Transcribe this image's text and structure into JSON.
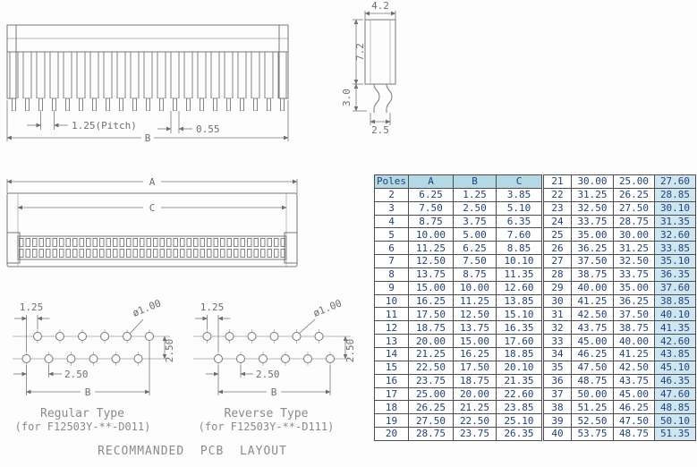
{
  "side_view": {
    "pitch": "1.25(Pitch)",
    "pin_width": "0.55",
    "width_b": "B"
  },
  "profile_view": {
    "top_width": "4.2",
    "body_height": "7.2",
    "pin_height": "3.0",
    "bottom_width": "2.5"
  },
  "front_view": {
    "width_a": "A",
    "width_c": "C"
  },
  "pcb_layout": {
    "pitch": "1.25",
    "hole_dia": "ø1.00",
    "pad_spacing": "2.50",
    "row_spacing": "2.50",
    "width_b": "B",
    "regular": {
      "title": "Regular Type",
      "subtitle": "(for F12503Y-**-D011)"
    },
    "reverse": {
      "title": "Reverse Type",
      "subtitle": "(for F12503Y-**-D111)"
    },
    "footer": "RECOMMANDED  PCB  LAYOUT"
  },
  "table": {
    "headers": [
      "Poles",
      "A",
      "B",
      "C"
    ],
    "rows_left": [
      [
        "2",
        "6.25",
        "1.25",
        "3.85"
      ],
      [
        "3",
        "7.50",
        "2.50",
        "5.10"
      ],
      [
        "4",
        "8.75",
        "3.75",
        "6.35"
      ],
      [
        "5",
        "10.00",
        "5.00",
        "7.60"
      ],
      [
        "6",
        "11.25",
        "6.25",
        "8.85"
      ],
      [
        "7",
        "12.50",
        "7.50",
        "10.10"
      ],
      [
        "8",
        "13.75",
        "8.75",
        "11.35"
      ],
      [
        "9",
        "15.00",
        "10.00",
        "12.60"
      ],
      [
        "10",
        "16.25",
        "11.25",
        "13.85"
      ],
      [
        "11",
        "17.50",
        "12.50",
        "15.10"
      ],
      [
        "12",
        "18.75",
        "13.75",
        "16.35"
      ],
      [
        "13",
        "20.00",
        "15.00",
        "17.60"
      ],
      [
        "14",
        "21.25",
        "16.25",
        "18.85"
      ],
      [
        "15",
        "22.50",
        "17.50",
        "20.10"
      ],
      [
        "16",
        "23.75",
        "18.75",
        "21.35"
      ],
      [
        "17",
        "25.00",
        "20.00",
        "22.60"
      ],
      [
        "18",
        "26.25",
        "21.25",
        "23.85"
      ],
      [
        "19",
        "27.50",
        "22.50",
        "25.10"
      ],
      [
        "20",
        "28.75",
        "23.75",
        "26.35"
      ]
    ],
    "rows_right": [
      [
        "21",
        "30.00",
        "25.00",
        "27.60"
      ],
      [
        "22",
        "31.25",
        "26.25",
        "28.85"
      ],
      [
        "23",
        "32.50",
        "27.50",
        "30.10"
      ],
      [
        "24",
        "33.75",
        "28.75",
        "31.35"
      ],
      [
        "25",
        "35.00",
        "30.00",
        "32.60"
      ],
      [
        "26",
        "36.25",
        "31.25",
        "33.85"
      ],
      [
        "27",
        "37.50",
        "32.50",
        "35.10"
      ],
      [
        "28",
        "38.75",
        "33.75",
        "36.35"
      ],
      [
        "29",
        "40.00",
        "35.00",
        "37.60"
      ],
      [
        "30",
        "41.25",
        "36.25",
        "38.85"
      ],
      [
        "31",
        "42.50",
        "37.50",
        "40.10"
      ],
      [
        "32",
        "43.75",
        "38.75",
        "41.35"
      ],
      [
        "33",
        "45.00",
        "40.00",
        "42.60"
      ],
      [
        "34",
        "46.25",
        "41.25",
        "43.85"
      ],
      [
        "35",
        "47.50",
        "42.50",
        "45.10"
      ],
      [
        "36",
        "48.75",
        "43.75",
        "46.35"
      ],
      [
        "37",
        "50.00",
        "45.00",
        "47.60"
      ],
      [
        "38",
        "51.25",
        "46.25",
        "48.85"
      ],
      [
        "39",
        "52.50",
        "47.50",
        "50.10"
      ],
      [
        "40",
        "53.75",
        "48.75",
        "51.35"
      ]
    ]
  },
  "colors": {
    "header_bg": "#b5d8e5",
    "tint_bg": "#cfe6f1",
    "table_text": "#21417e",
    "line": "#767676"
  }
}
